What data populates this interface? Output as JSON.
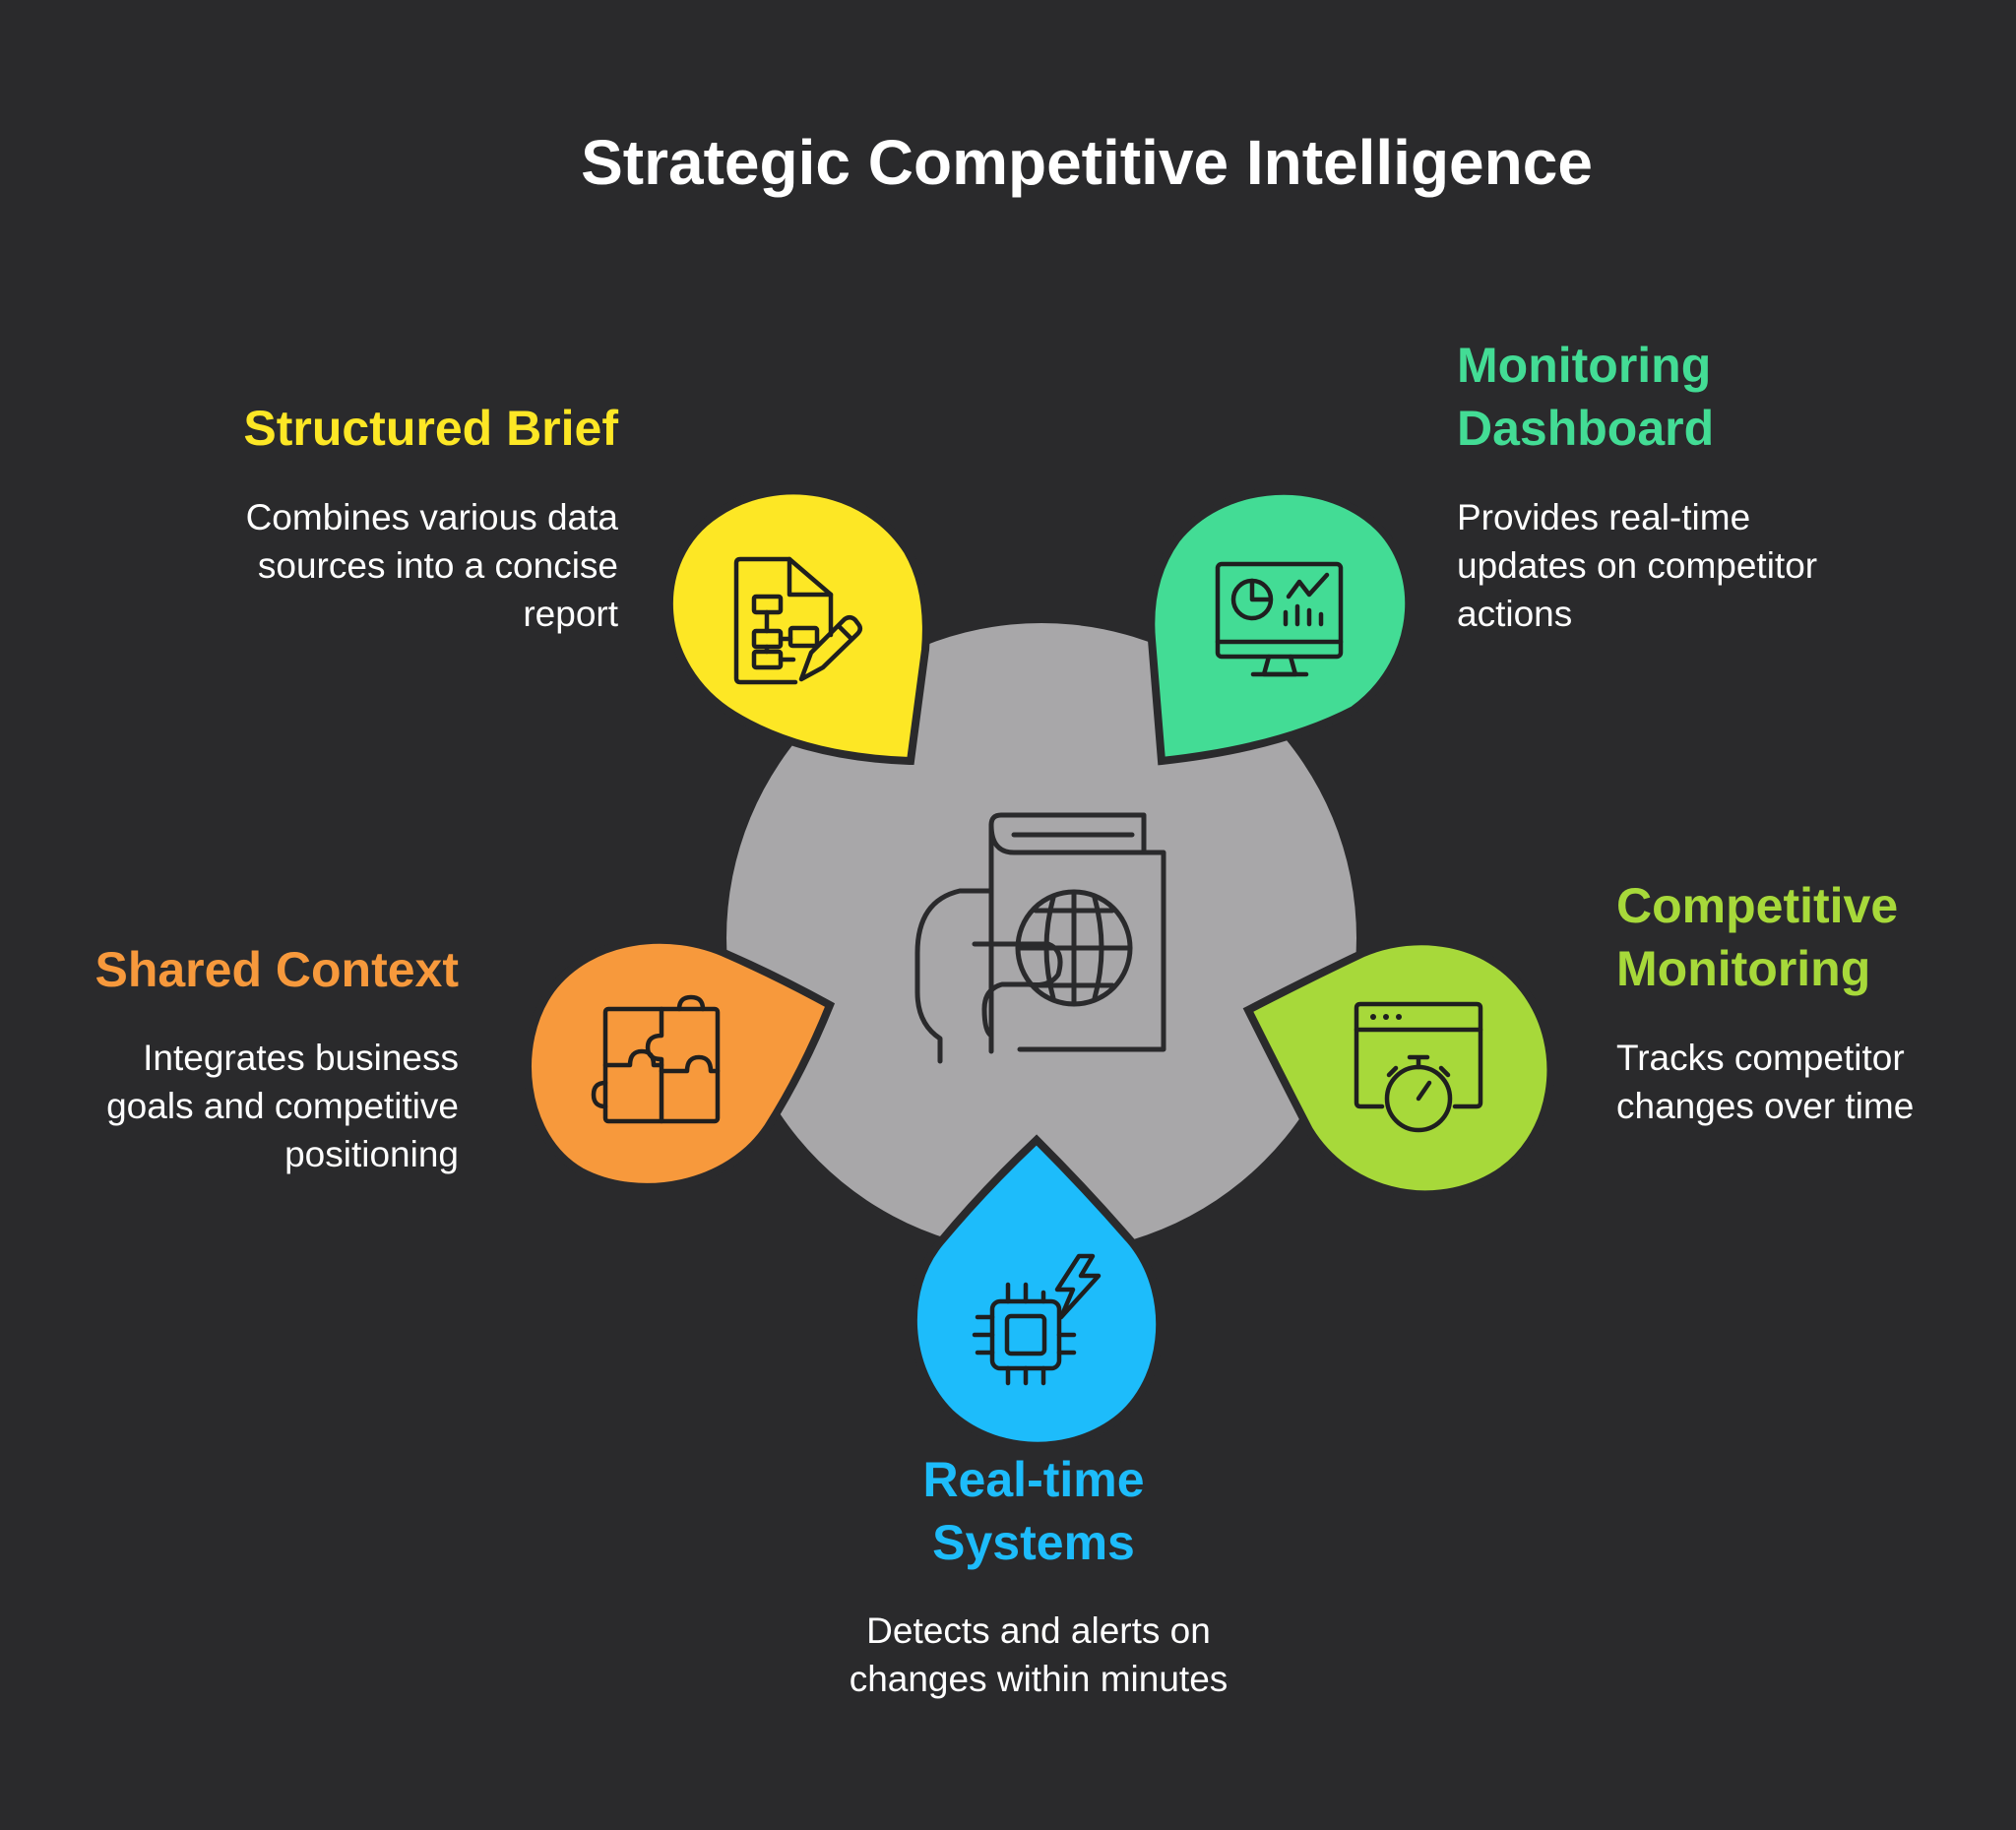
{
  "title": "Strategic Competitive Intelligence",
  "colors": {
    "background": "#2a2a2c",
    "hub": "#a8a7a9",
    "structured_brief": "#fde725",
    "monitoring_dashboard": "#43dc95",
    "competitive_monitoring": "#a7d93a",
    "shared_context": "#f7993c",
    "realtime_systems": "#1dbcfb"
  },
  "hub": {
    "icon": "book-globe-icon"
  },
  "items": [
    {
      "key": "structured_brief",
      "label": "Structured Brief",
      "description": [
        "Combines various data",
        "sources into a concise",
        "report"
      ],
      "icon": "document-flowchart-pencil-icon"
    },
    {
      "key": "monitoring_dashboard",
      "label": [
        "Monitoring",
        "Dashboard"
      ],
      "description": [
        "Provides real-time",
        "updates on competitor",
        "actions"
      ],
      "icon": "monitor-dashboard-icon"
    },
    {
      "key": "competitive_monitoring",
      "label": [
        "Competitive",
        "Monitoring"
      ],
      "description": [
        "Tracks competitor",
        "changes over time"
      ],
      "icon": "browser-stopwatch-icon"
    },
    {
      "key": "shared_context",
      "label": "Shared Context",
      "description": [
        "Integrates business",
        "goals and competitive",
        "positioning"
      ],
      "icon": "puzzle-icon"
    },
    {
      "key": "realtime_systems",
      "label": [
        "Real-time",
        "Systems"
      ],
      "description": [
        "Detects and alerts on",
        "changes within minutes"
      ],
      "icon": "chip-lightning-icon"
    }
  ]
}
